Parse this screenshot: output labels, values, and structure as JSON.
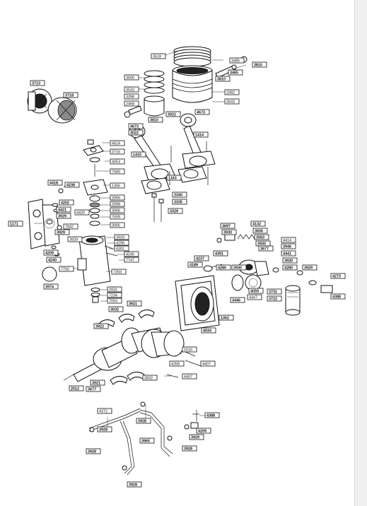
{
  "labels": [
    {
      "id": "3518",
      "text": "3518",
      "style": "regular"
    },
    {
      "id": "3485",
      "text": "3485",
      "style": "regular"
    },
    {
      "id": "3810a",
      "text": "3810",
      "style": "bold"
    },
    {
      "id": "3465",
      "text": "3465",
      "style": "bold"
    },
    {
      "id": "3810b",
      "text": "3810",
      "style": "bold"
    },
    {
      "id": "3505",
      "text": "3505",
      "style": "regular"
    },
    {
      "id": "3533",
      "text": "3533",
      "style": "regular"
    },
    {
      "id": "3398",
      "text": "3398",
      "style": "regular"
    },
    {
      "id": "2468",
      "text": "2468",
      "style": "regular"
    },
    {
      "id": "3382",
      "text": "3382",
      "style": "regular"
    },
    {
      "id": "3543",
      "text": "3543",
      "style": "regular"
    },
    {
      "id": "3713",
      "text": "3713",
      "style": "bold"
    },
    {
      "id": "3718",
      "text": "3718",
      "style": "bold"
    },
    {
      "id": "3810c",
      "text": "3810",
      "style": "bold"
    },
    {
      "id": "3021",
      "text": "3021",
      "style": "bold"
    },
    {
      "id": "4673a",
      "text": "4673",
      "style": "bold"
    },
    {
      "id": "4673b",
      "text": "4673",
      "style": "bold"
    },
    {
      "id": "3022",
      "text": "3022",
      "style": "bold"
    },
    {
      "id": "1414",
      "text": "1414",
      "style": "bold"
    },
    {
      "id": "4624",
      "text": "4624",
      "style": "regular"
    },
    {
      "id": "3716",
      "text": "3716",
      "style": "regular"
    },
    {
      "id": "4053",
      "text": "4053",
      "style": "regular"
    },
    {
      "id": "1415",
      "text": "1415",
      "style": "bold"
    },
    {
      "id": "7580",
      "text": "7580",
      "style": "regular"
    },
    {
      "id": "1163",
      "text": "1163",
      "style": "bold"
    },
    {
      "id": "1366",
      "text": "1366",
      "style": "regular"
    },
    {
      "id": "4418",
      "text": "4418",
      "style": "bold"
    },
    {
      "id": "4238",
      "text": "4238",
      "style": "bold"
    },
    {
      "id": "3340",
      "text": "3340",
      "style": "bold"
    },
    {
      "id": "3335",
      "text": "3335",
      "style": "bold"
    },
    {
      "id": "3906a",
      "text": "3906",
      "style": "regular"
    },
    {
      "id": "3998",
      "text": "3998",
      "style": "regular"
    },
    {
      "id": "3906b",
      "text": "3906",
      "style": "regular"
    },
    {
      "id": "7699",
      "text": "7699",
      "style": "regular"
    },
    {
      "id": "3906c",
      "text": "3906",
      "style": "regular"
    },
    {
      "id": "4202",
      "text": "4202",
      "style": "bold"
    },
    {
      "id": "4421",
      "text": "4421",
      "style": "bold"
    },
    {
      "id": "3929a",
      "text": "3929",
      "style": "bold"
    },
    {
      "id": "4420",
      "text": "4420",
      "style": "regular"
    },
    {
      "id": "3329",
      "text": "3329",
      "style": "bold"
    },
    {
      "id": "1171",
      "text": "1171",
      "style": "bold"
    },
    {
      "id": "7842",
      "text": "7842",
      "style": "regular"
    },
    {
      "id": "3929b",
      "text": "3929",
      "style": "bold"
    },
    {
      "id": "3929c",
      "text": "3929",
      "style": "regular"
    },
    {
      "id": "3929d",
      "text": "3929",
      "style": "regular"
    },
    {
      "id": "4296",
      "text": "4296",
      "style": "regular"
    },
    {
      "id": "4301",
      "text": "4301",
      "style": "regular"
    },
    {
      "id": "4209",
      "text": "4209",
      "style": "bold"
    },
    {
      "id": "4240a",
      "text": "4240",
      "style": "bold"
    },
    {
      "id": "4240b",
      "text": "4240",
      "style": "regular"
    },
    {
      "id": "7747",
      "text": "7747",
      "style": "regular"
    },
    {
      "id": "7750",
      "text": "7750",
      "style": "regular"
    },
    {
      "id": "7393",
      "text": "7393",
      "style": "regular"
    },
    {
      "id": "3974",
      "text": "3974",
      "style": "bold"
    },
    {
      "id": "3932",
      "text": "3932",
      "style": "regular"
    },
    {
      "id": "7234",
      "text": "7234",
      "style": "regular"
    },
    {
      "id": "7093",
      "text": "7093",
      "style": "regular"
    },
    {
      "id": "3697",
      "text": "3697",
      "style": "bold"
    },
    {
      "id": "4132",
      "text": "4132",
      "style": "bold"
    },
    {
      "id": "3930a",
      "text": "3930",
      "style": "bold"
    },
    {
      "id": "3606",
      "text": "3606",
      "style": "bold"
    },
    {
      "id": "3583",
      "text": "3583",
      "style": "bold"
    },
    {
      "id": "3930b",
      "text": "3930",
      "style": "bold"
    },
    {
      "id": "4414",
      "text": "4414",
      "style": "regular"
    },
    {
      "id": "3946",
      "text": "3946",
      "style": "bold"
    },
    {
      "id": "4391",
      "text": "4391",
      "style": "bold"
    },
    {
      "id": "3677a",
      "text": "3677",
      "style": "bold"
    },
    {
      "id": "4441",
      "text": "4441",
      "style": "bold"
    },
    {
      "id": "4237",
      "text": "4237",
      "style": "bold"
    },
    {
      "id": "4189",
      "text": "4189",
      "style": "bold"
    },
    {
      "id": "4280a",
      "text": "4280",
      "style": "bold"
    },
    {
      "id": "3930c",
      "text": "3930",
      "style": "bold"
    },
    {
      "id": "3930d",
      "text": "3930",
      "style": "bold"
    },
    {
      "id": "4280b",
      "text": "4280",
      "style": "bold"
    },
    {
      "id": "3929e",
      "text": "3929",
      "style": "bold"
    },
    {
      "id": "4273",
      "text": "4273",
      "style": "bold"
    },
    {
      "id": "3731",
      "text": "3731",
      "style": "bold"
    },
    {
      "id": "4059",
      "text": "4059",
      "style": "bold"
    },
    {
      "id": "3722",
      "text": "3722",
      "style": "bold"
    },
    {
      "id": "4388a",
      "text": "4388",
      "style": "bold"
    },
    {
      "id": "3446",
      "text": "3446",
      "style": "bold"
    },
    {
      "id": "4447",
      "text": "4447",
      "style": "regular"
    },
    {
      "id": "3921a",
      "text": "3921",
      "style": "bold"
    },
    {
      "id": "3032",
      "text": "3032",
      "style": "bold"
    },
    {
      "id": "1062",
      "text": "1062",
      "style": "bold"
    },
    {
      "id": "4034",
      "text": "4034",
      "style": "bold"
    },
    {
      "id": "3922",
      "text": "3922",
      "style": "bold"
    },
    {
      "id": "1516",
      "text": "1516",
      "style": "regular"
    },
    {
      "id": "4268",
      "text": "4268",
      "style": "regular"
    },
    {
      "id": "4407a",
      "text": "4407",
      "style": "regular"
    },
    {
      "id": "4407b",
      "text": "4407",
      "style": "regular"
    },
    {
      "id": "3832",
      "text": "3832",
      "style": "regular"
    },
    {
      "id": "3921b",
      "text": "3921",
      "style": "bold"
    },
    {
      "id": "2012",
      "text": "2012",
      "style": "bold"
    },
    {
      "id": "3677b",
      "text": "3677",
      "style": "bold"
    },
    {
      "id": "4372",
      "text": "4372",
      "style": "regular"
    },
    {
      "id": "3928a",
      "text": "3928",
      "style": "bold"
    },
    {
      "id": "3928b",
      "text": "3928",
      "style": "bold"
    },
    {
      "id": "4388b",
      "text": "4388",
      "style": "bold"
    },
    {
      "id": "4209b",
      "text": "4209",
      "style": "bold"
    },
    {
      "id": "3929f",
      "text": "3929",
      "style": "bold"
    },
    {
      "id": "3965",
      "text": "3965",
      "style": "bold"
    },
    {
      "id": "3928c",
      "text": "3928",
      "style": "bold"
    },
    {
      "id": "3928d",
      "text": "3928",
      "style": "bold"
    },
    {
      "id": "3928e",
      "text": "3928",
      "style": "bold"
    }
  ]
}
